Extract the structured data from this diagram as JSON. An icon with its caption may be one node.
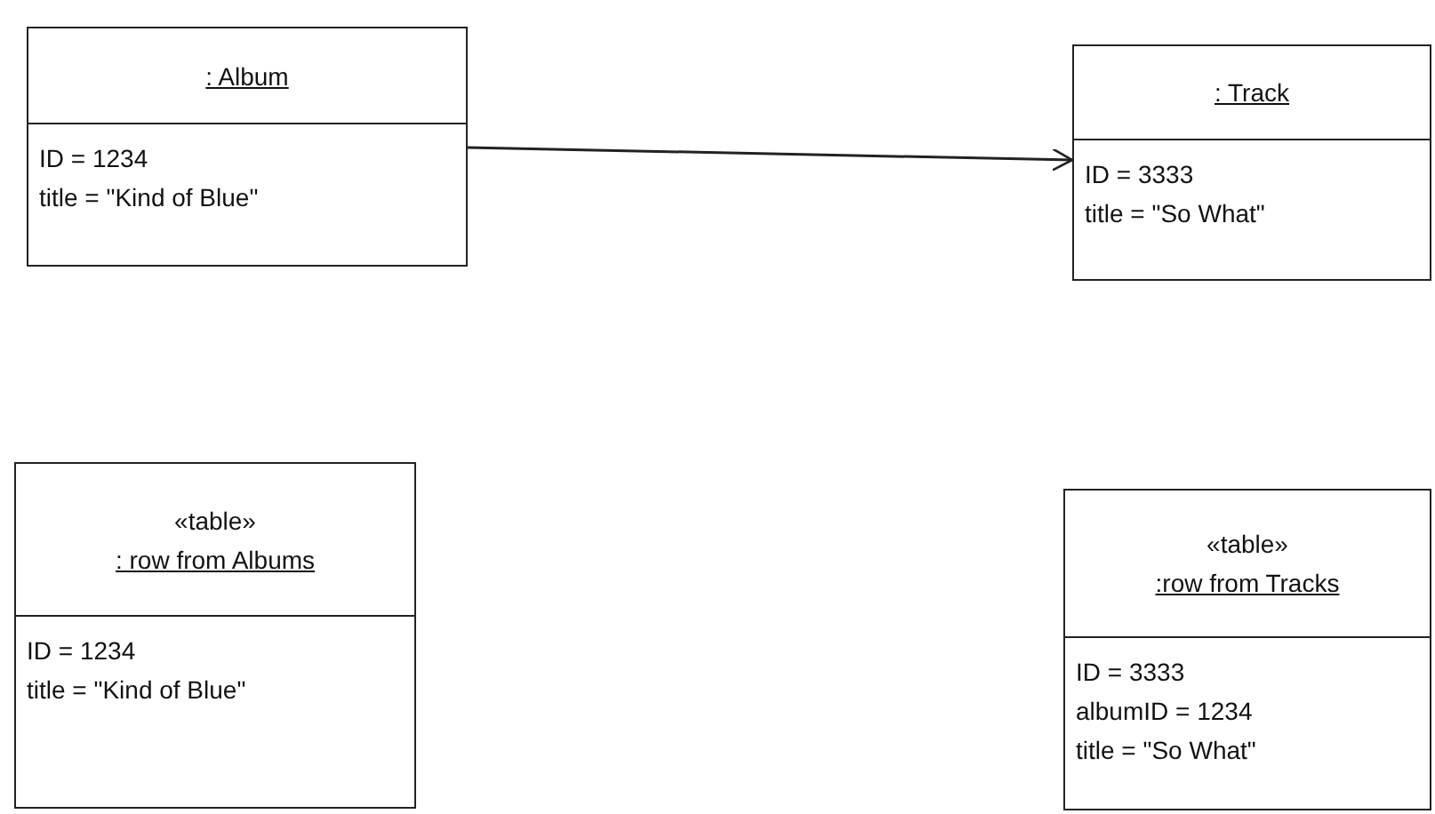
{
  "diagram": {
    "nodes": [
      {
        "text": [
          ": Album",
          "ID = 1234",
          "title = \"Kind of Blue\""
        ]
      },
      {
        "text": [
          ": Track",
          "ID = 3333",
          "title = \"So What\""
        ]
      },
      {
        "text": [
          "«table»",
          ": row from Albums",
          "ID = 1234",
          "title = \"Kind of Blue\""
        ]
      },
      {
        "text": [
          "«table»",
          ":row from Tracks",
          "ID = 3333",
          "albumID = 1234",
          "title = \"So What\""
        ]
      }
    ],
    "edges": [
      {
        "from": 0,
        "to": 1,
        "arrow": "to"
      }
    ]
  }
}
